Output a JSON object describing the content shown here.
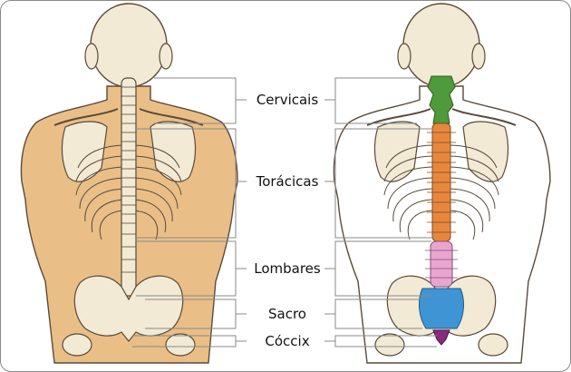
{
  "labels": {
    "cervical": "Cervicais",
    "thoracic": "Torácicas",
    "lumbar": "Lombares",
    "sacrum": "Sacro",
    "coccyx": "Cóccix"
  },
  "colors": {
    "skin": "#e9bf87",
    "bone": "#f2ead4",
    "outline": "#5a4a3a",
    "bracket": "#8a8a8a",
    "cervical": "#4f9a3a",
    "thoracic": "#e5883e",
    "lumbar": "#e8a6cf",
    "sacrum": "#3f95d4",
    "coccyx": "#8a2a7a"
  }
}
